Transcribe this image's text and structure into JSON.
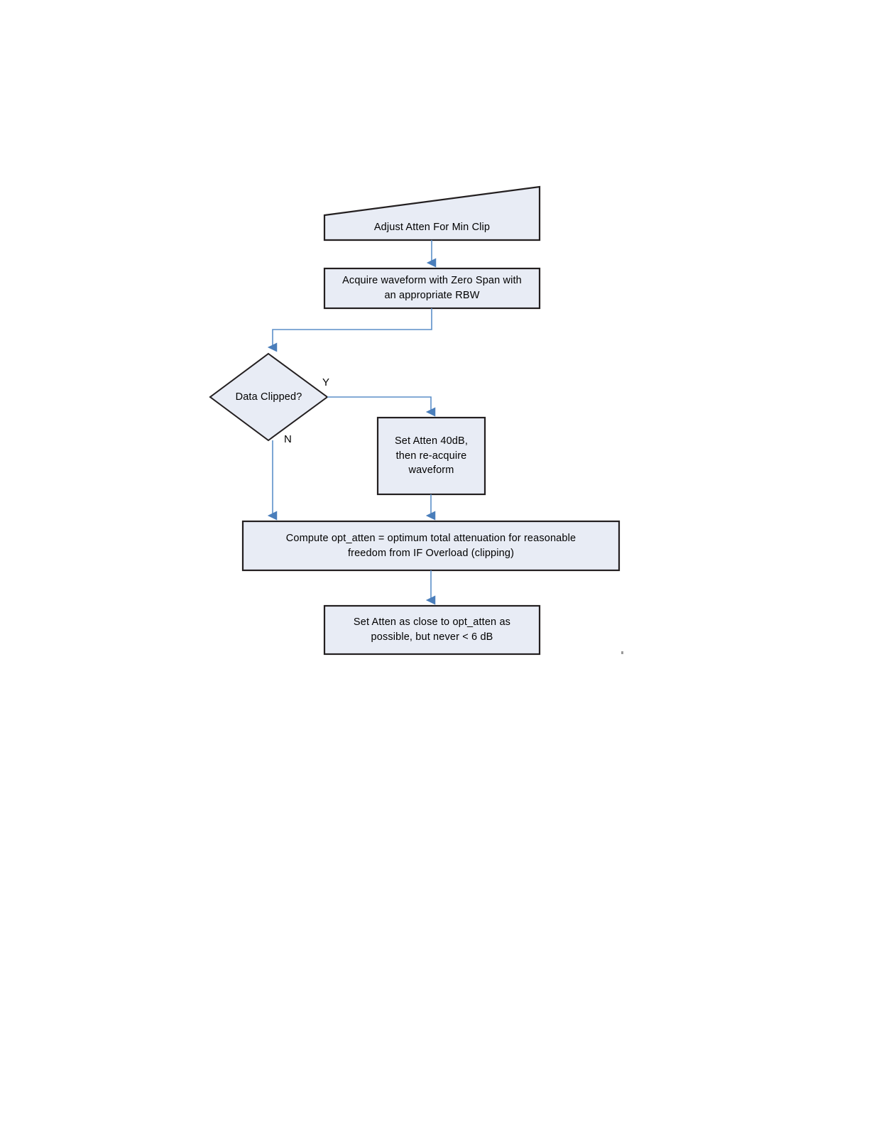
{
  "document": {
    "type": "flowchart",
    "title": "Adjust Atten For Min Clip",
    "background_color": "#ffffff",
    "shape_fill": "#e8ecf5",
    "shape_stroke": "#231f20",
    "connector_color": "#5b8fc9"
  },
  "nodes": {
    "banner": {
      "shape": "sloped-banner",
      "text": "Adjust Atten For Min Clip"
    },
    "acquire": {
      "shape": "process",
      "line1": "Acquire waveform with Zero Span with",
      "line2": "an appropriate RBW",
      "text": "Acquire waveform with Zero Span with an appropriate RBW"
    },
    "decision": {
      "shape": "decision",
      "text": "Data Clipped?"
    },
    "set_atten_40": {
      "shape": "process",
      "line1": "Set Atten 40dB,",
      "line2": "then re-acquire",
      "line3": "waveform",
      "text": "Set Atten 40dB, then re-acquire waveform"
    },
    "compute_opt_atten": {
      "shape": "process",
      "line1": "Compute opt_atten = optimum total attenuation for reasonable",
      "line2": "freedom from IF Overload (clipping)",
      "text": "Compute opt_atten = optimum total attenuation for reasonable freedom from IF Overload (clipping)"
    },
    "set_atten_close": {
      "shape": "process",
      "line1": "Set Atten as close to opt_atten as",
      "line2": "possible, but never < 6 dB",
      "text": "Set Atten as close to opt_atten as possible, but never < 6 dB"
    }
  },
  "branches": {
    "yes": "Y",
    "no": "N"
  }
}
